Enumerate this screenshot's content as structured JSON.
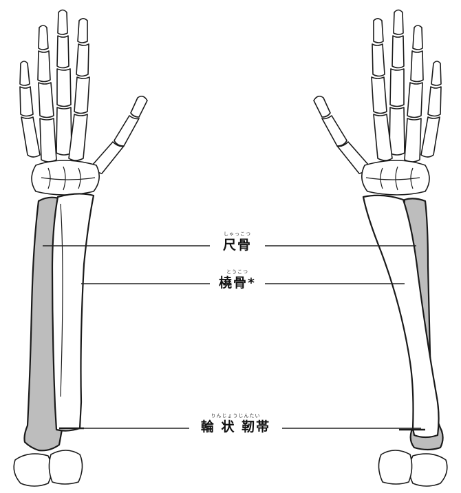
{
  "labels": {
    "ulna": {
      "text": "尺骨",
      "furigana": "しゃっこつ"
    },
    "radius": {
      "text": "橈骨*",
      "furigana": "とうこつ"
    },
    "annular_ligament": {
      "text": "輪 状 靭帯",
      "furigana": "りんじょうじんたい"
    }
  },
  "colors": {
    "shaded_bone": "#bdbdbd",
    "outline": "#1a1a1a",
    "background": "#ffffff"
  }
}
